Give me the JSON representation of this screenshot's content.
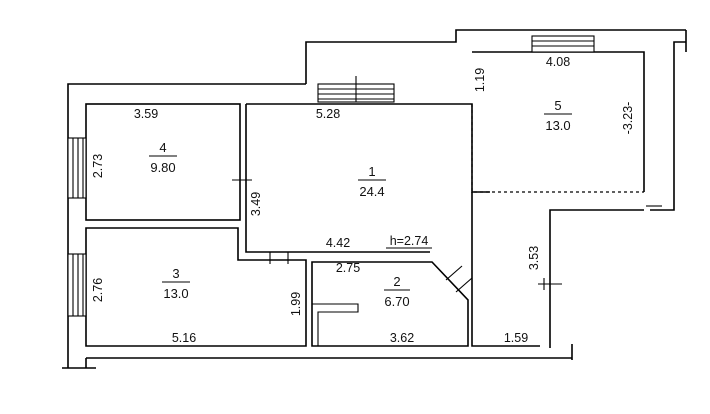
{
  "rooms": [
    {
      "number": "1",
      "area": "24.4"
    },
    {
      "number": "2",
      "area": "6.70"
    },
    {
      "number": "3",
      "area": "13.0"
    },
    {
      "number": "4",
      "area": "9.80"
    },
    {
      "number": "5",
      "area": "13.0"
    }
  ],
  "dimensions": {
    "d_3_59": "3.59",
    "d_2_73": "2.73",
    "d_5_28": "5.28",
    "d_4_08": "4.08",
    "d_1_19": "1.19",
    "d_3_23": "-3.23-",
    "d_3_49": "3.49",
    "d_4_42": "4.42",
    "d_2_75": "2.75",
    "d_2_76": "2.76",
    "d_1_99": "1.99",
    "d_5_16": "5.16",
    "d_3_62": "3.62",
    "d_1_59": "1.59",
    "d_3_53": "3.53"
  },
  "ceiling_height": "h=2.74",
  "colors": {
    "line": "#000000",
    "background": "#ffffff"
  }
}
